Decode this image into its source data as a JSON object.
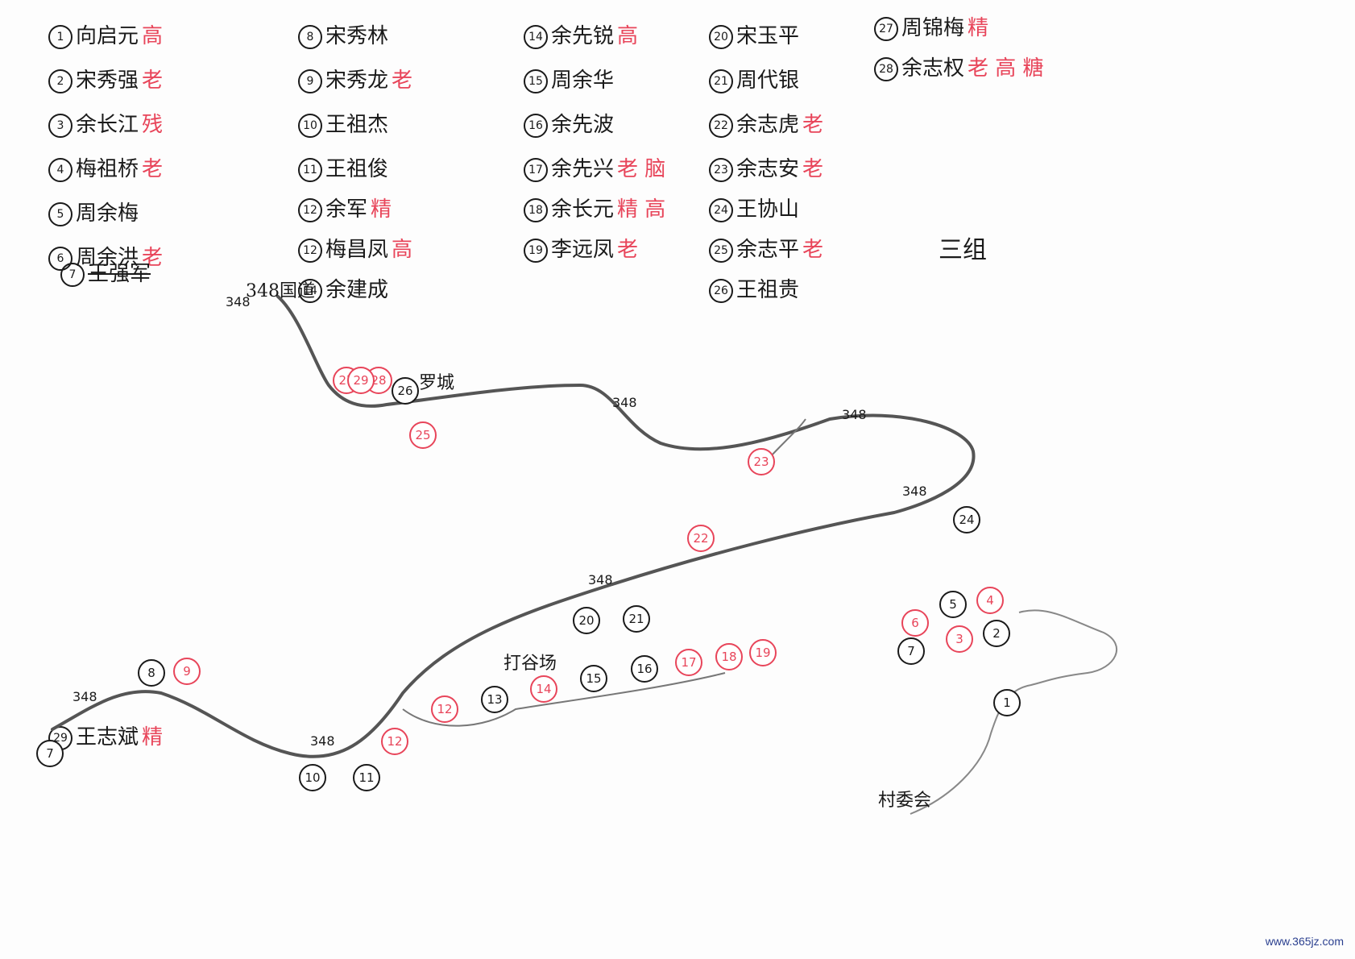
{
  "map": {
    "group_label": "三组",
    "watermark": "www.365jz.com",
    "roster": [
      {
        "num": "1",
        "name": "向启元",
        "tag": "高",
        "struck": false
      },
      {
        "num": "2",
        "name": "宋秀强",
        "tag": "老",
        "struck": false
      },
      {
        "num": "3",
        "name": "余长江",
        "tag": "残",
        "struck": false
      },
      {
        "num": "4",
        "name": "梅祖桥",
        "tag": "老",
        "struck": false
      },
      {
        "num": "5",
        "name": "周余梅",
        "tag": "",
        "struck": false
      },
      {
        "num": "6",
        "name": "周余洪",
        "tag": "老",
        "struck": false
      },
      {
        "num": "7",
        "name": "王强军",
        "tag": "",
        "struck": true
      },
      {
        "num": "8",
        "name": "宋秀林",
        "tag": "",
        "struck": false
      },
      {
        "num": "9",
        "name": "宋秀龙",
        "tag": "老",
        "struck": false
      },
      {
        "num": "10",
        "name": "王祖杰",
        "tag": "",
        "struck": false
      },
      {
        "num": "11",
        "name": "王祖俊",
        "tag": "",
        "struck": false
      },
      {
        "num": "12",
        "name": "余军",
        "tag": "精",
        "struck": false
      },
      {
        "num": "12",
        "name": "梅昌凤",
        "tag": "高",
        "struck": false
      },
      {
        "num": "14",
        "name": "余建成",
        "tag": "",
        "struck": false
      },
      {
        "num": "14",
        "name": "余先锐",
        "tag": "高",
        "struck": false
      },
      {
        "num": "15",
        "name": "周余华",
        "tag": "",
        "struck": false
      },
      {
        "num": "16",
        "name": "余先波",
        "tag": "",
        "struck": false
      },
      {
        "num": "17",
        "name": "余先兴",
        "tag": "老 脑",
        "struck": false
      },
      {
        "num": "18",
        "name": "余长元",
        "tag": "精 高",
        "struck": false
      },
      {
        "num": "19",
        "name": "李远凤",
        "tag": "老",
        "struck": false
      },
      {
        "num": "20",
        "name": "宋玉平",
        "tag": "",
        "struck": false
      },
      {
        "num": "21",
        "name": "周代银",
        "tag": "",
        "struck": false
      },
      {
        "num": "22",
        "name": "余志虎",
        "tag": "老",
        "struck": false
      },
      {
        "num": "23",
        "name": "余志安",
        "tag": "老",
        "struck": false
      },
      {
        "num": "24",
        "name": "王协山",
        "tag": "",
        "struck": false
      },
      {
        "num": "25",
        "name": "余志平",
        "tag": "老",
        "struck": false
      },
      {
        "num": "26",
        "name": "王祖贵",
        "tag": "",
        "struck": false
      },
      {
        "num": "27",
        "name": "周锦梅",
        "tag": "精",
        "struck": false
      },
      {
        "num": "28",
        "name": "余志权",
        "tag": "老 高 糖",
        "struck": false
      },
      {
        "num": "29",
        "name": "王志斌",
        "tag": "精",
        "struck": false
      }
    ],
    "road_label": "348",
    "place_labels": [
      "348国道",
      "罗城",
      "打谷场",
      "村委会"
    ],
    "markers": [
      {
        "num": "7",
        "color": "black"
      },
      {
        "num": "8",
        "color": "black"
      },
      {
        "num": "9",
        "color": "red"
      },
      {
        "num": "10",
        "color": "black"
      },
      {
        "num": "11",
        "color": "black"
      },
      {
        "num": "12",
        "color": "red"
      },
      {
        "num": "12",
        "color": "red"
      },
      {
        "num": "13",
        "color": "black"
      },
      {
        "num": "14",
        "color": "red"
      },
      {
        "num": "15",
        "color": "black"
      },
      {
        "num": "16",
        "color": "black"
      },
      {
        "num": "17",
        "color": "red"
      },
      {
        "num": "18",
        "color": "red"
      },
      {
        "num": "19",
        "color": "red"
      },
      {
        "num": "20",
        "color": "black"
      },
      {
        "num": "21",
        "color": "black"
      },
      {
        "num": "22",
        "color": "red"
      },
      {
        "num": "23",
        "color": "red"
      },
      {
        "num": "24",
        "color": "black"
      },
      {
        "num": "25",
        "color": "red"
      },
      {
        "num": "26",
        "color": "black"
      },
      {
        "num": "27",
        "color": "red"
      },
      {
        "num": "28",
        "color": "red"
      },
      {
        "num": "29",
        "color": "red"
      },
      {
        "num": "1",
        "color": "black"
      },
      {
        "num": "2",
        "color": "black"
      },
      {
        "num": "3",
        "color": "red"
      },
      {
        "num": "4",
        "color": "red"
      },
      {
        "num": "5",
        "color": "black"
      },
      {
        "num": "6",
        "color": "red"
      },
      {
        "num": "7",
        "color": "black"
      }
    ],
    "colors": {
      "ink": "#1a1a1a",
      "red_ink": "#e8455a",
      "road": "#555555"
    }
  }
}
